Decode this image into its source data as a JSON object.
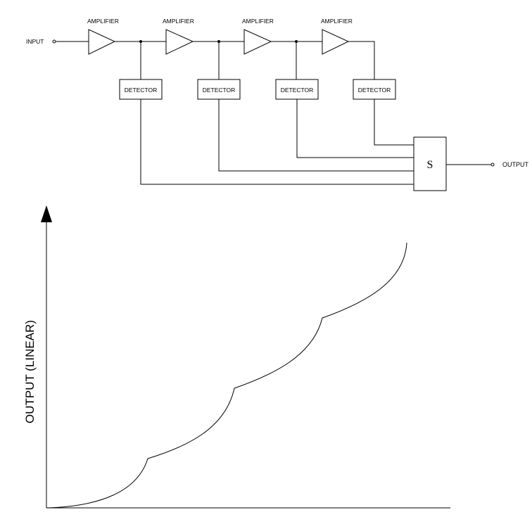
{
  "diagram": {
    "input_label": "INPUT",
    "output_label": "OUTPUT",
    "amplifier_label": "AMPLIFIER",
    "detector_label": "DETECTOR",
    "summer_label": "S",
    "amplifier_count": 4,
    "detector_count": 4
  },
  "graph": {
    "y_axis_title": "OUTPUT (LINEAR)"
  }
}
